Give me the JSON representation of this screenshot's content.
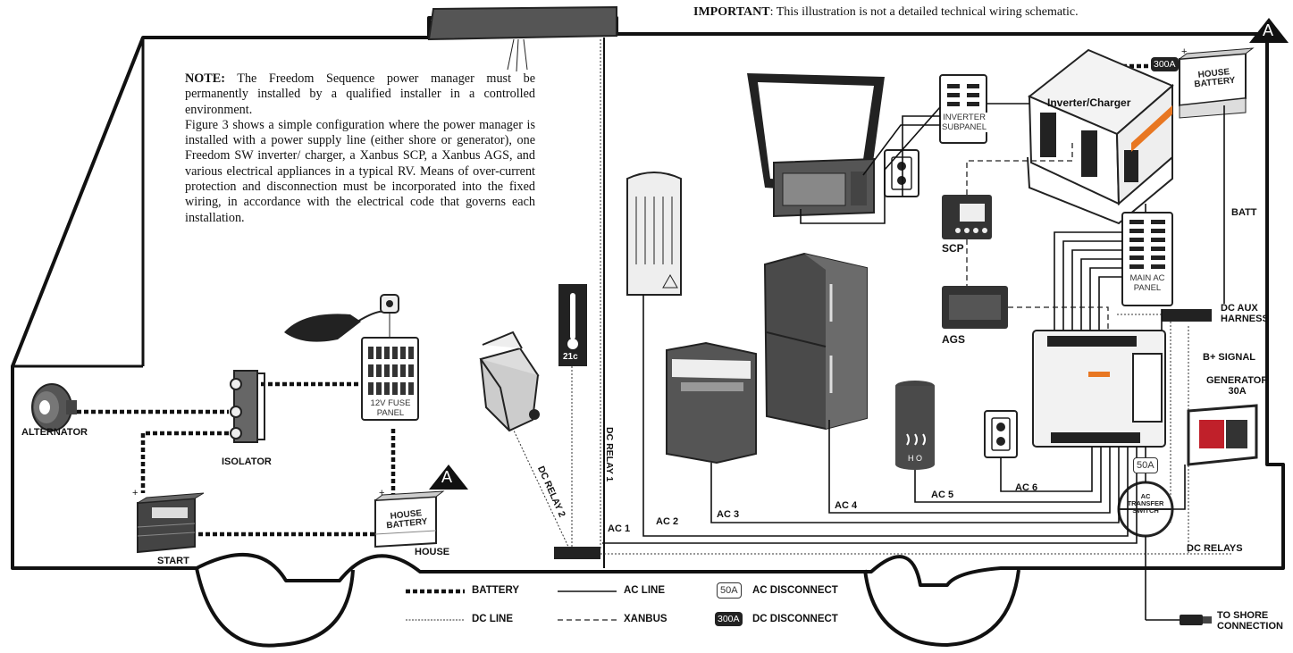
{
  "important": {
    "bold": "IMPORTANT",
    "text": ": This illustration is not a detailed technical wiring schematic."
  },
  "note": {
    "bold": "NOTE:",
    "line1": " The Freedom Sequence power manager must be permanently installed by a qualified installer in a controlled environment.",
    "para2": "Figure 3 shows a simple configuration where the power manager is installed with a power supply line (either shore or generator), one Freedom SW inverter/ charger, a Xanbus SCP, a Xanbus AGS, and various electrical appliances in a typical RV. Means of over-current protection and disconnection must be incorporated into the fixed wiring, in accordance with the electrical code that governs each installation."
  },
  "components": {
    "alternator": "ALTERNATOR",
    "isolator": "ISOLATOR",
    "start": "START",
    "house": "HOUSE",
    "fuse_panel_line1": "12V FUSE",
    "fuse_panel_line2": "PANEL",
    "house_battery_line1": "HOUSE",
    "house_battery_line2": "BATTERY",
    "thermostat": "21c",
    "inverter_charger": "Inverter/Charger",
    "inverter_subpanel_line1": "INVERTER",
    "inverter_subpanel_line2": "SUBPANEL",
    "scp": "SCP",
    "ags": "AGS",
    "main_ac_panel_line1": "MAIN AC",
    "main_ac_panel_line2": "PANEL",
    "water_heater": "H O",
    "transfer_switch_line1": "AC",
    "transfer_switch_line2": "TRANSFER",
    "transfer_switch_line3": "SWITCH",
    "generator_line1": "GENERATOR",
    "generator_line2": "30A",
    "shore_line1": "TO SHORE",
    "shore_line2": "CONNECTION",
    "marker_A": "A",
    "plus": "+"
  },
  "wire_labels": {
    "batt": "BATT",
    "dc_aux_line1": "DC AUX",
    "dc_aux_line2": "HARNESS",
    "b_signal": "B+ SIGNAL",
    "dc_relays": "DC RELAYS",
    "dc_relay_1": "DC RELAY 1",
    "dc_relay_2": "DC RELAY 2",
    "ac1": "AC 1",
    "ac2": "AC 2",
    "ac3": "AC 3",
    "ac4": "AC 4",
    "ac5": "AC 5",
    "ac6": "AC 6"
  },
  "badges": {
    "dc_300a": "300A",
    "ac_50a": "50A"
  },
  "legend": {
    "battery": "BATTERY",
    "dc_line": "DC LINE",
    "ac_line": "AC LINE",
    "xanbus": "XANBUS",
    "ac_disconnect_badge": "50A",
    "ac_disconnect": "AC DISCONNECT",
    "dc_disconnect_badge": "300A",
    "dc_disconnect": "DC DISCONNECT"
  },
  "colors": {
    "outline": "#111111",
    "appliance_dark": "#4a4a4a",
    "appliance_mid": "#6b6b6b",
    "inverter_accent": "#e87722",
    "generator_red": "#c0202a"
  }
}
